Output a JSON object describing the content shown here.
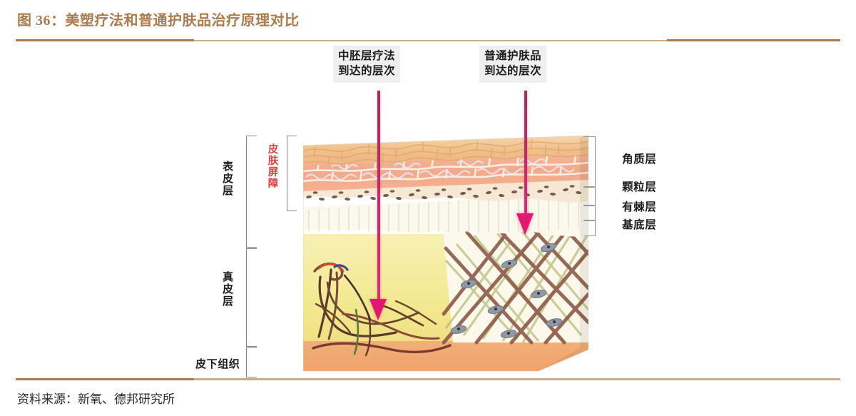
{
  "header": {
    "title": "图 36：美塑疗法和普通护肤品治疗原理对比",
    "accent_dark": "#a97c50",
    "accent_light": "#c9ab8d",
    "title_color": "#a87b51"
  },
  "footer": {
    "source": "资料来源：新氧、德邦研究所"
  },
  "diagram": {
    "callouts": [
      {
        "name": "mesotherapy-depth",
        "line1": "中胚层疗法",
        "line2": "到达的层次"
      },
      {
        "name": "skincare-depth",
        "line1": "普通护肤品",
        "line2": "到达的层次"
      }
    ],
    "arrows": [
      {
        "name": "mesotherapy-arrow",
        "color": "#e0186f",
        "reaches": "真皮层"
      },
      {
        "name": "skincare-arrow",
        "color": "#e0186f",
        "reaches": "角质层"
      }
    ],
    "left_labels": [
      {
        "key": "epidermis",
        "text": "表皮层",
        "color": "#1c1c1c"
      },
      {
        "key": "barrier",
        "text": "皮肤屏障",
        "color": "#d2443f"
      },
      {
        "key": "dermis",
        "text": "真皮层",
        "color": "#1c1c1c"
      },
      {
        "key": "subcutaneous",
        "text": "皮下组织",
        "color": "#1c1c1c"
      }
    ],
    "right_labels": [
      {
        "key": "cornified",
        "text": "角质层"
      },
      {
        "key": "granular",
        "text": "颗粒层"
      },
      {
        "key": "spinous",
        "text": "有棘层"
      },
      {
        "key": "basal",
        "text": "基底层"
      }
    ],
    "palette": {
      "cornified_layer": "#f2c08a",
      "granular_layer": "#f2a98c",
      "spinous_layer": "#f5d8b8",
      "basal_layer": "#f7f3e4",
      "dermis_fill": "#f5ec9b",
      "subcutaneous": "#f0ab6e",
      "collagen_fiber": "#8c5a4a",
      "elastin_fiber": "#b9bd7e",
      "vessel_red": "#a83030",
      "vessel_dark": "#4a3226"
    }
  }
}
